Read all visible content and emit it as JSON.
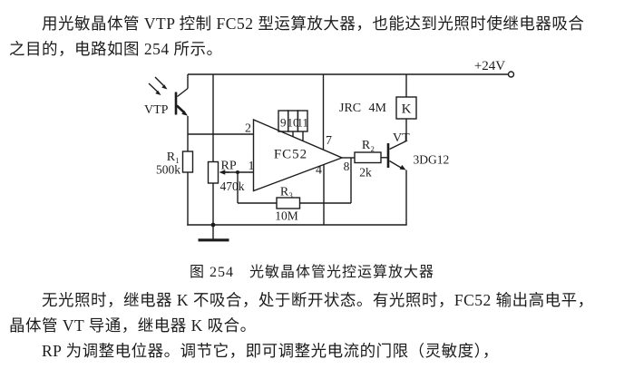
{
  "text": {
    "p1": [
      "用光敏晶体管 VTP 控制 FC52 型运算放大器，也能达到光照时使继电器吸合",
      "之目的，电路如图 254 所示。"
    ],
    "p2": [
      "无光照时，继电器 K 不吸合，处于断开状态。有光照时，FC52 输出高电平，",
      "晶体管 VT 导通，继电器 K 吸合。"
    ],
    "p3": [
      "RP 为调整电位器。调节它，即可调整光电流的门限（灵敏度），"
    ],
    "caption": "图 254　光敏晶体管光控运算放大器"
  },
  "circuit": {
    "supply_label": "+24V",
    "phototransistor": {
      "name": "VTP"
    },
    "r1": {
      "name": "R₁",
      "value": "500k"
    },
    "rp": {
      "name": "RP",
      "value": "470k"
    },
    "opamp": {
      "name": "FC52",
      "pins": {
        "p1": "1",
        "p2": "2",
        "p4": "4",
        "p7": "7",
        "p8": "8",
        "p9": "9",
        "p10": "10",
        "p11": "11"
      }
    },
    "r2": {
      "name": "R₂",
      "value": "2k"
    },
    "r3": {
      "name": "R₃",
      "value": "10M"
    },
    "relay": {
      "brand": "JRC",
      "model": "4M",
      "name": "K"
    },
    "transistor": {
      "name": "VT",
      "model": "3DG12"
    },
    "colors": {
      "ink": "#1c1c1c",
      "paper": "#ffffff"
    }
  }
}
